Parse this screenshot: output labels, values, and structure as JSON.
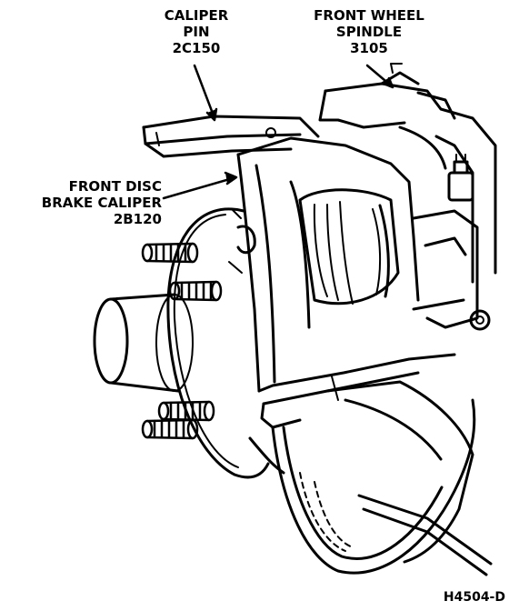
{
  "labels": {
    "caliper_pin": {
      "line1": "CALIPER",
      "line2": "PIN",
      "line3": "2C150"
    },
    "front_wheel_spindle": {
      "line1": "FRONT WHEEL",
      "line2": "SPINDLE",
      "line3": "3105"
    },
    "front_disc_brake_caliper": {
      "line1": "FRONT DISC",
      "line2": "BRAKE CALIPER",
      "line3": "2B120"
    }
  },
  "figure_code": "H4504-D",
  "colors": {
    "ink": "#000000",
    "paper": "#ffffff"
  }
}
